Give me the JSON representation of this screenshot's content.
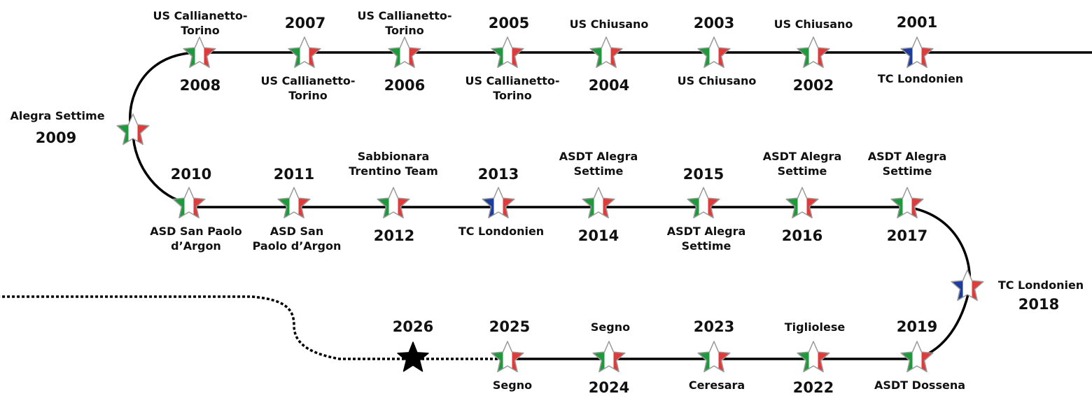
{
  "colors": {
    "line": "#000000",
    "italy": [
      "#1e9a3c",
      "#ffffff",
      "#e03a3a"
    ],
    "france": [
      "#1e3b9e",
      "#ffffff",
      "#e03a3a"
    ],
    "future": "#000000"
  },
  "entries": [
    {
      "year": "2001",
      "team": [
        "TC Londonien"
      ],
      "flag": "france"
    },
    {
      "year": "2002",
      "team": [
        "US Chiusano"
      ],
      "flag": "italy"
    },
    {
      "year": "2003",
      "team": [
        "US Chiusano"
      ],
      "flag": "italy"
    },
    {
      "year": "2004",
      "team": [
        "US Chiusano"
      ],
      "flag": "italy"
    },
    {
      "year": "2005",
      "team": [
        "US Callianetto-",
        "Torino"
      ],
      "flag": "italy"
    },
    {
      "year": "2006",
      "team": [
        "US Callianetto-",
        "Torino"
      ],
      "flag": "italy"
    },
    {
      "year": "2007",
      "team": [
        "US Callianetto-",
        "Torino"
      ],
      "flag": "italy"
    },
    {
      "year": "2008",
      "team": [
        "US Callianetto-",
        "Torino"
      ],
      "flag": "italy"
    },
    {
      "year": "2009",
      "team": [
        "Alegra Settime"
      ],
      "flag": "italy"
    },
    {
      "year": "2010",
      "team": [
        "ASD San Paolo",
        "d’Argon"
      ],
      "flag": "italy"
    },
    {
      "year": "2011",
      "team": [
        "ASD San",
        "Paolo d’Argon"
      ],
      "flag": "italy"
    },
    {
      "year": "2012",
      "team": [
        "Sabbionara",
        "Trentino Team"
      ],
      "flag": "italy"
    },
    {
      "year": "2013",
      "team": [
        "TC Londonien"
      ],
      "flag": "france"
    },
    {
      "year": "2014",
      "team": [
        "ASDT Alegra",
        "Settime"
      ],
      "flag": "italy"
    },
    {
      "year": "2015",
      "team": [
        "ASDT Alegra",
        "Settime"
      ],
      "flag": "italy"
    },
    {
      "year": "2016",
      "team": [
        "ASDT Alegra",
        "Settime"
      ],
      "flag": "italy"
    },
    {
      "year": "2017",
      "team": [
        "ASDT Alegra",
        "Settime"
      ],
      "flag": "italy"
    },
    {
      "year": "2018",
      "team": [
        "TC Londonien"
      ],
      "flag": "france"
    },
    {
      "year": "2019",
      "team": [
        "ASDT Dossena"
      ],
      "flag": "italy"
    },
    {
      "year": "2022",
      "team": [
        "Tigliolese"
      ],
      "flag": "italy"
    },
    {
      "year": "2023",
      "team": [
        "Ceresara"
      ],
      "flag": "italy"
    },
    {
      "year": "2024",
      "team": [
        "Segno"
      ],
      "flag": "italy"
    },
    {
      "year": "2025",
      "team": [
        "Segno"
      ],
      "flag": "italy"
    },
    {
      "year": "2026",
      "team": [],
      "flag": "future"
    }
  ]
}
